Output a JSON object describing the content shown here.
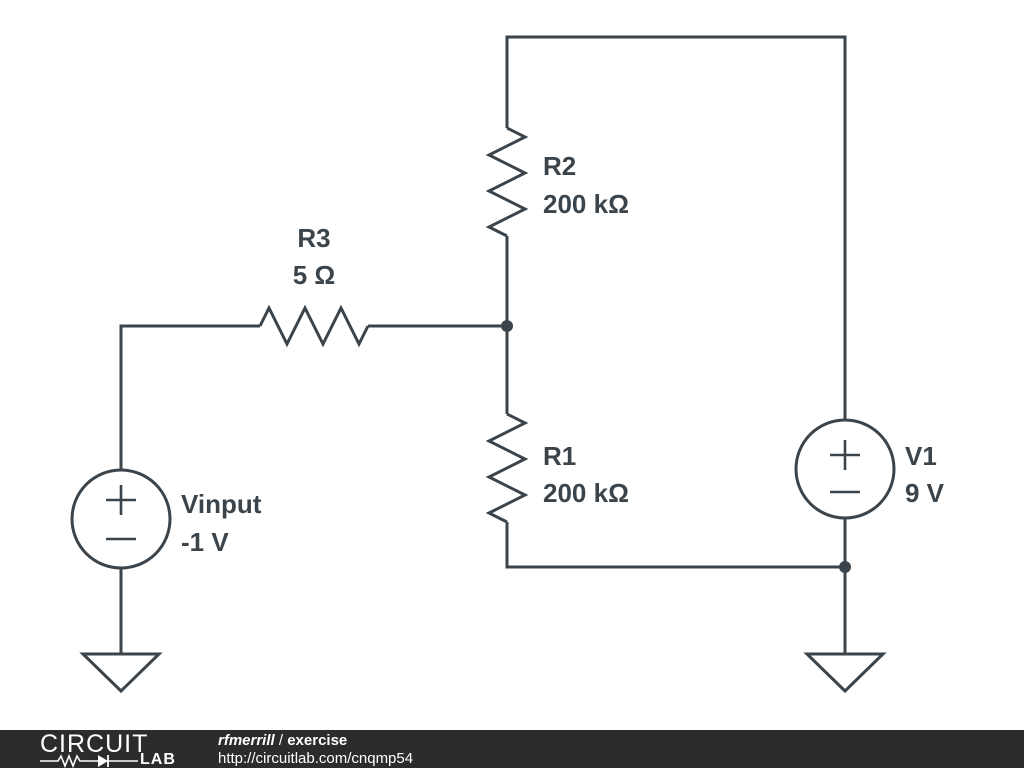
{
  "components": {
    "r2": {
      "name": "R2",
      "value": "200 kΩ"
    },
    "r3": {
      "name": "R3",
      "value": "5 Ω"
    },
    "r1": {
      "name": "R1",
      "value": "200 kΩ"
    },
    "vinput": {
      "name": "Vinput",
      "value": "-1 V"
    },
    "v1": {
      "name": "V1",
      "value": "9 V"
    }
  },
  "footer": {
    "logo_top": "CIRCUIT",
    "logo_bottom": "LAB",
    "author": "rfmerrill",
    "separator": "/",
    "title": "exercise",
    "url": "http://circuitlab.com/cnqmp54"
  },
  "colors": {
    "ink": "#3b444b",
    "footer_bg": "#2c2c2c",
    "footer_text": "#ffffff"
  }
}
